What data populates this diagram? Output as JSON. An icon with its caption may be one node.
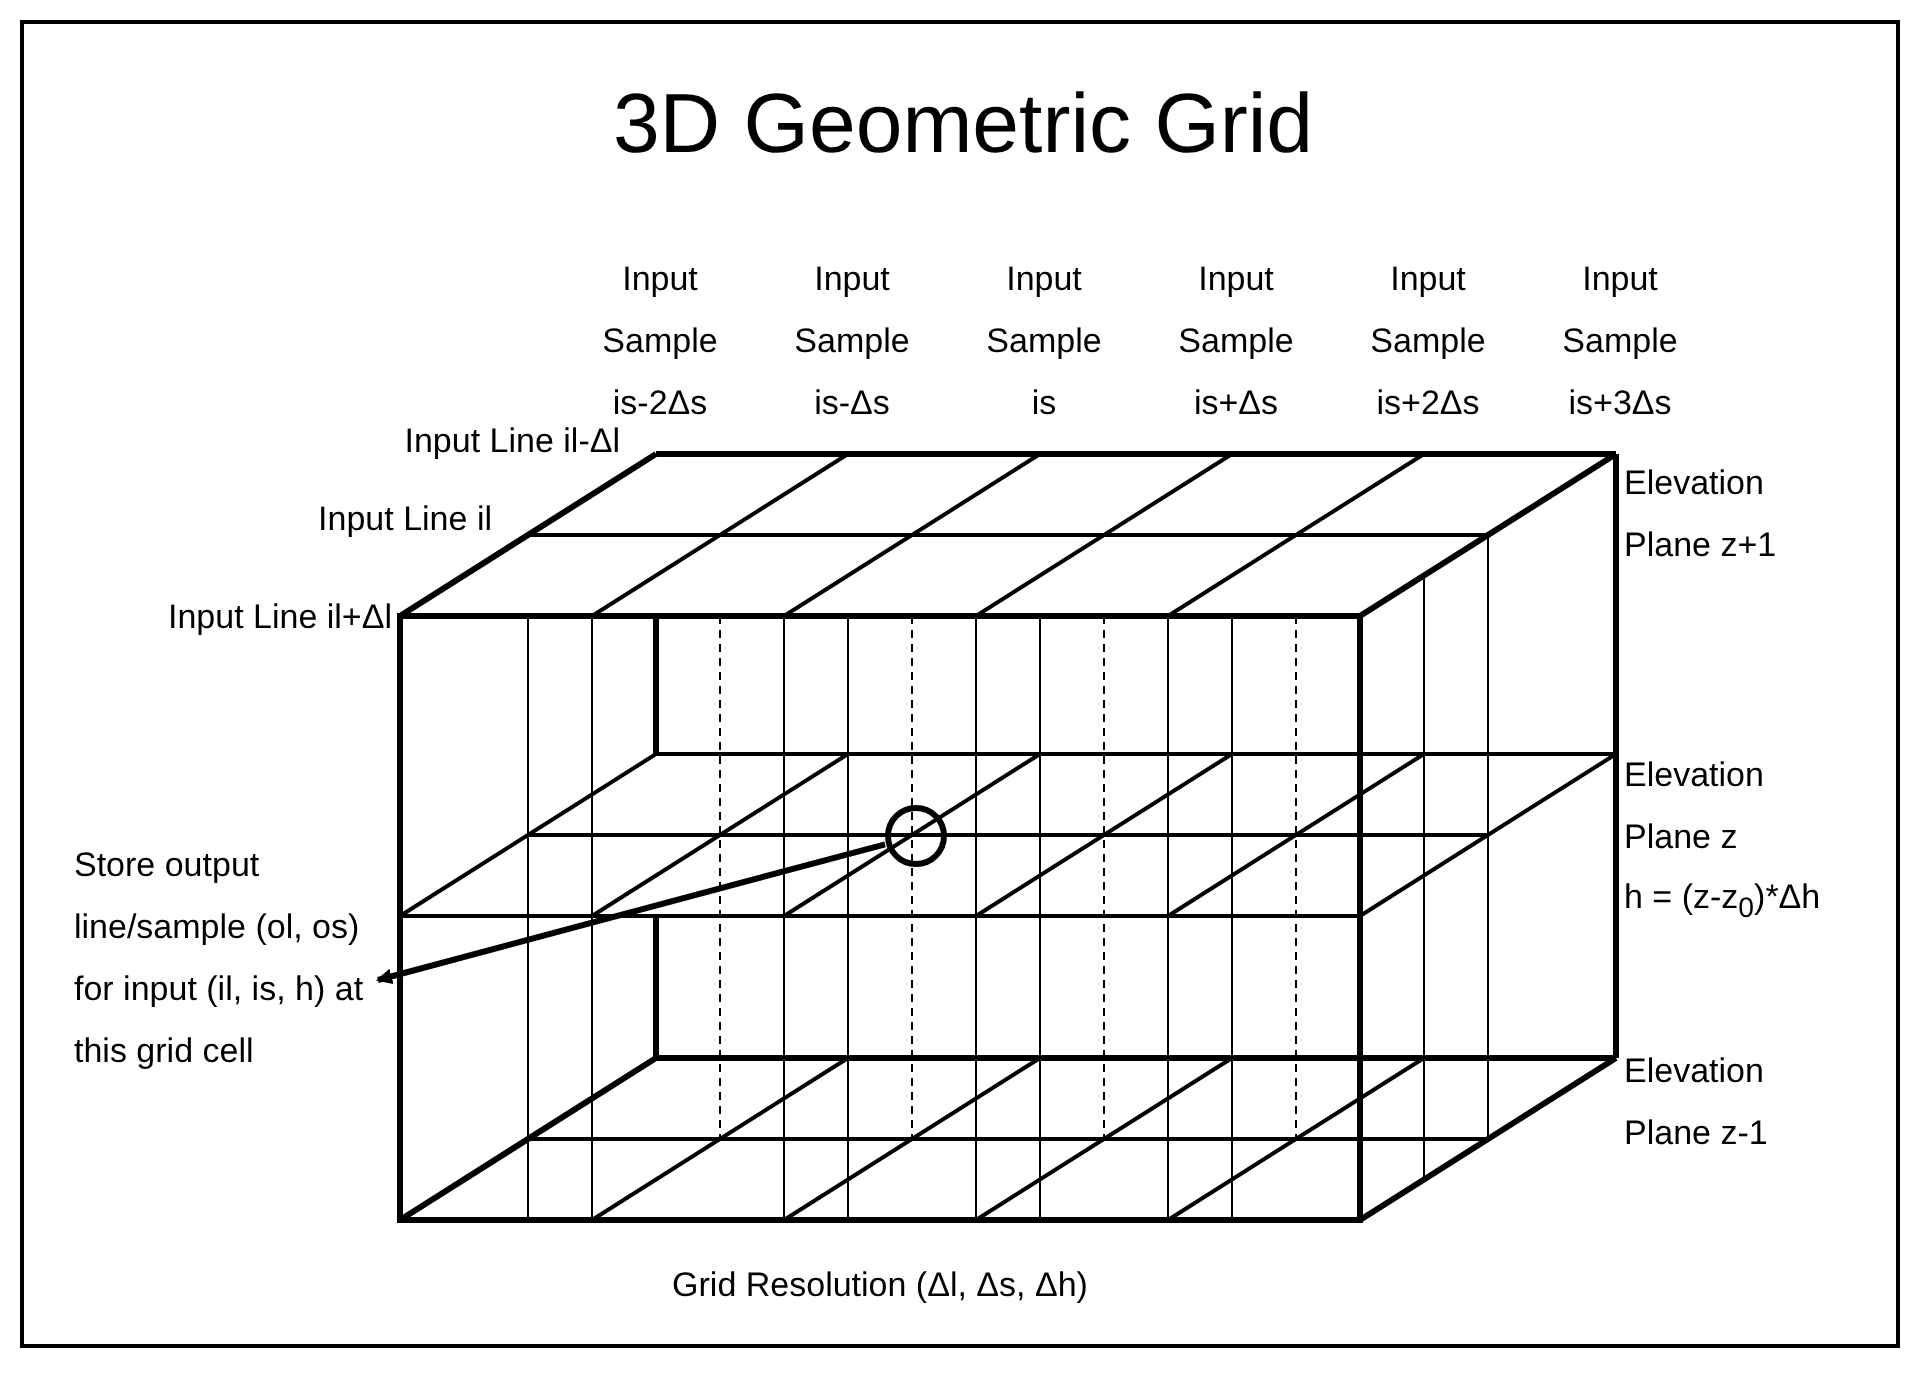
{
  "diagram": {
    "title": "3D Geometric Grid",
    "nodes": [
      {
        "text": [
          "Store output line/sample (ol, os) for input (il, is, h) at this grid cell"
        ]
      },
      {
        "text": [],
        "shape": "circle"
      }
    ],
    "edges": [
      {
        "from": 1,
        "to": 0,
        "arrow": "to"
      }
    ],
    "labels": [
      "Input Sample is-2Δs",
      "Input Sample is-Δs",
      "Input Sample is",
      "Input Sample is+Δs",
      "Input Sample is+2Δs",
      "Input Sample is+3Δs",
      "Input Line il-Δl",
      "Elevation Plane z+1",
      "Input Line il",
      "Input Line il+Δl",
      "Elevation Plane z",
      "h = (z-z$_{0}$)*Δh",
      "Elevation Plane z-1",
      "Grid Resolution (Δl, Δs, Δh)"
    ]
  }
}
